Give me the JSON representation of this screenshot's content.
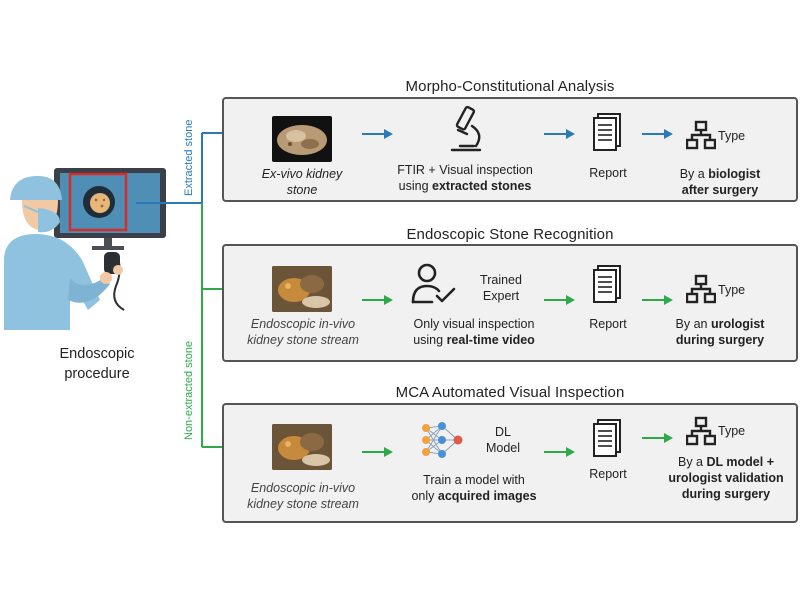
{
  "left": {
    "procedure_label_line1": "Endoscopic",
    "procedure_label_line2": "procedure",
    "extracted_label": "Extracted stone",
    "non_extracted_label": "Non-extracted stone"
  },
  "panels": [
    {
      "title": "Morpho-Constitutional Analysis",
      "sample_line1": "Ex-vivo kidney",
      "sample_line2": "stone",
      "method_line1": "FTIR + Visual inspection",
      "method_line2_pre": "using ",
      "method_line2_bold": "extracted stones",
      "method_icon": "microscope-icon",
      "report": "Report",
      "type": "Type",
      "who_line1_pre": "By a ",
      "who_line1_bold": "biologist",
      "who_line2_bold": "after surgery",
      "arrow_color": "#2a7ab8"
    },
    {
      "title": "Endoscopic Stone Recognition",
      "sample_line1": "Endoscopic in-vivo",
      "sample_line2": "kidney stone stream",
      "icon_caption_line1": "Trained",
      "icon_caption_line2": "Expert",
      "method_line1": "Only visual inspection",
      "method_line2_pre": "using ",
      "method_line2_bold": "real-time video",
      "method_icon": "expert-user-check-icon",
      "report": "Report",
      "type": "Type",
      "who_line1_pre": "By an ",
      "who_line1_bold": "urologist",
      "who_line2_bold": "during surgery",
      "arrow_color": "#2eaa4a"
    },
    {
      "title": "MCA Automated Visual Inspection",
      "sample_line1": "Endoscopic in-vivo",
      "sample_line2": "kidney stone stream",
      "icon_caption_line1": "DL",
      "icon_caption_line2": "Model",
      "method_line1": "Train a model with",
      "method_line2_pre": "only ",
      "method_line2_bold": "acquired images",
      "method_icon": "neural-network-icon",
      "report": "Report",
      "type": "Type",
      "who_line1_pre": "By a ",
      "who_line1_bold": "DL model +",
      "who_line2_bold": "urologist validation",
      "who_line3_bold": "during surgery",
      "arrow_color": "#2eaa4a"
    }
  ],
  "colors": {
    "blue_connector": "#2a7ab8",
    "green_connector": "#2eaa4a",
    "panel_border": "#555555",
    "panel_fill": "#f1f1f1",
    "highlight_box": "#d62b2b"
  }
}
